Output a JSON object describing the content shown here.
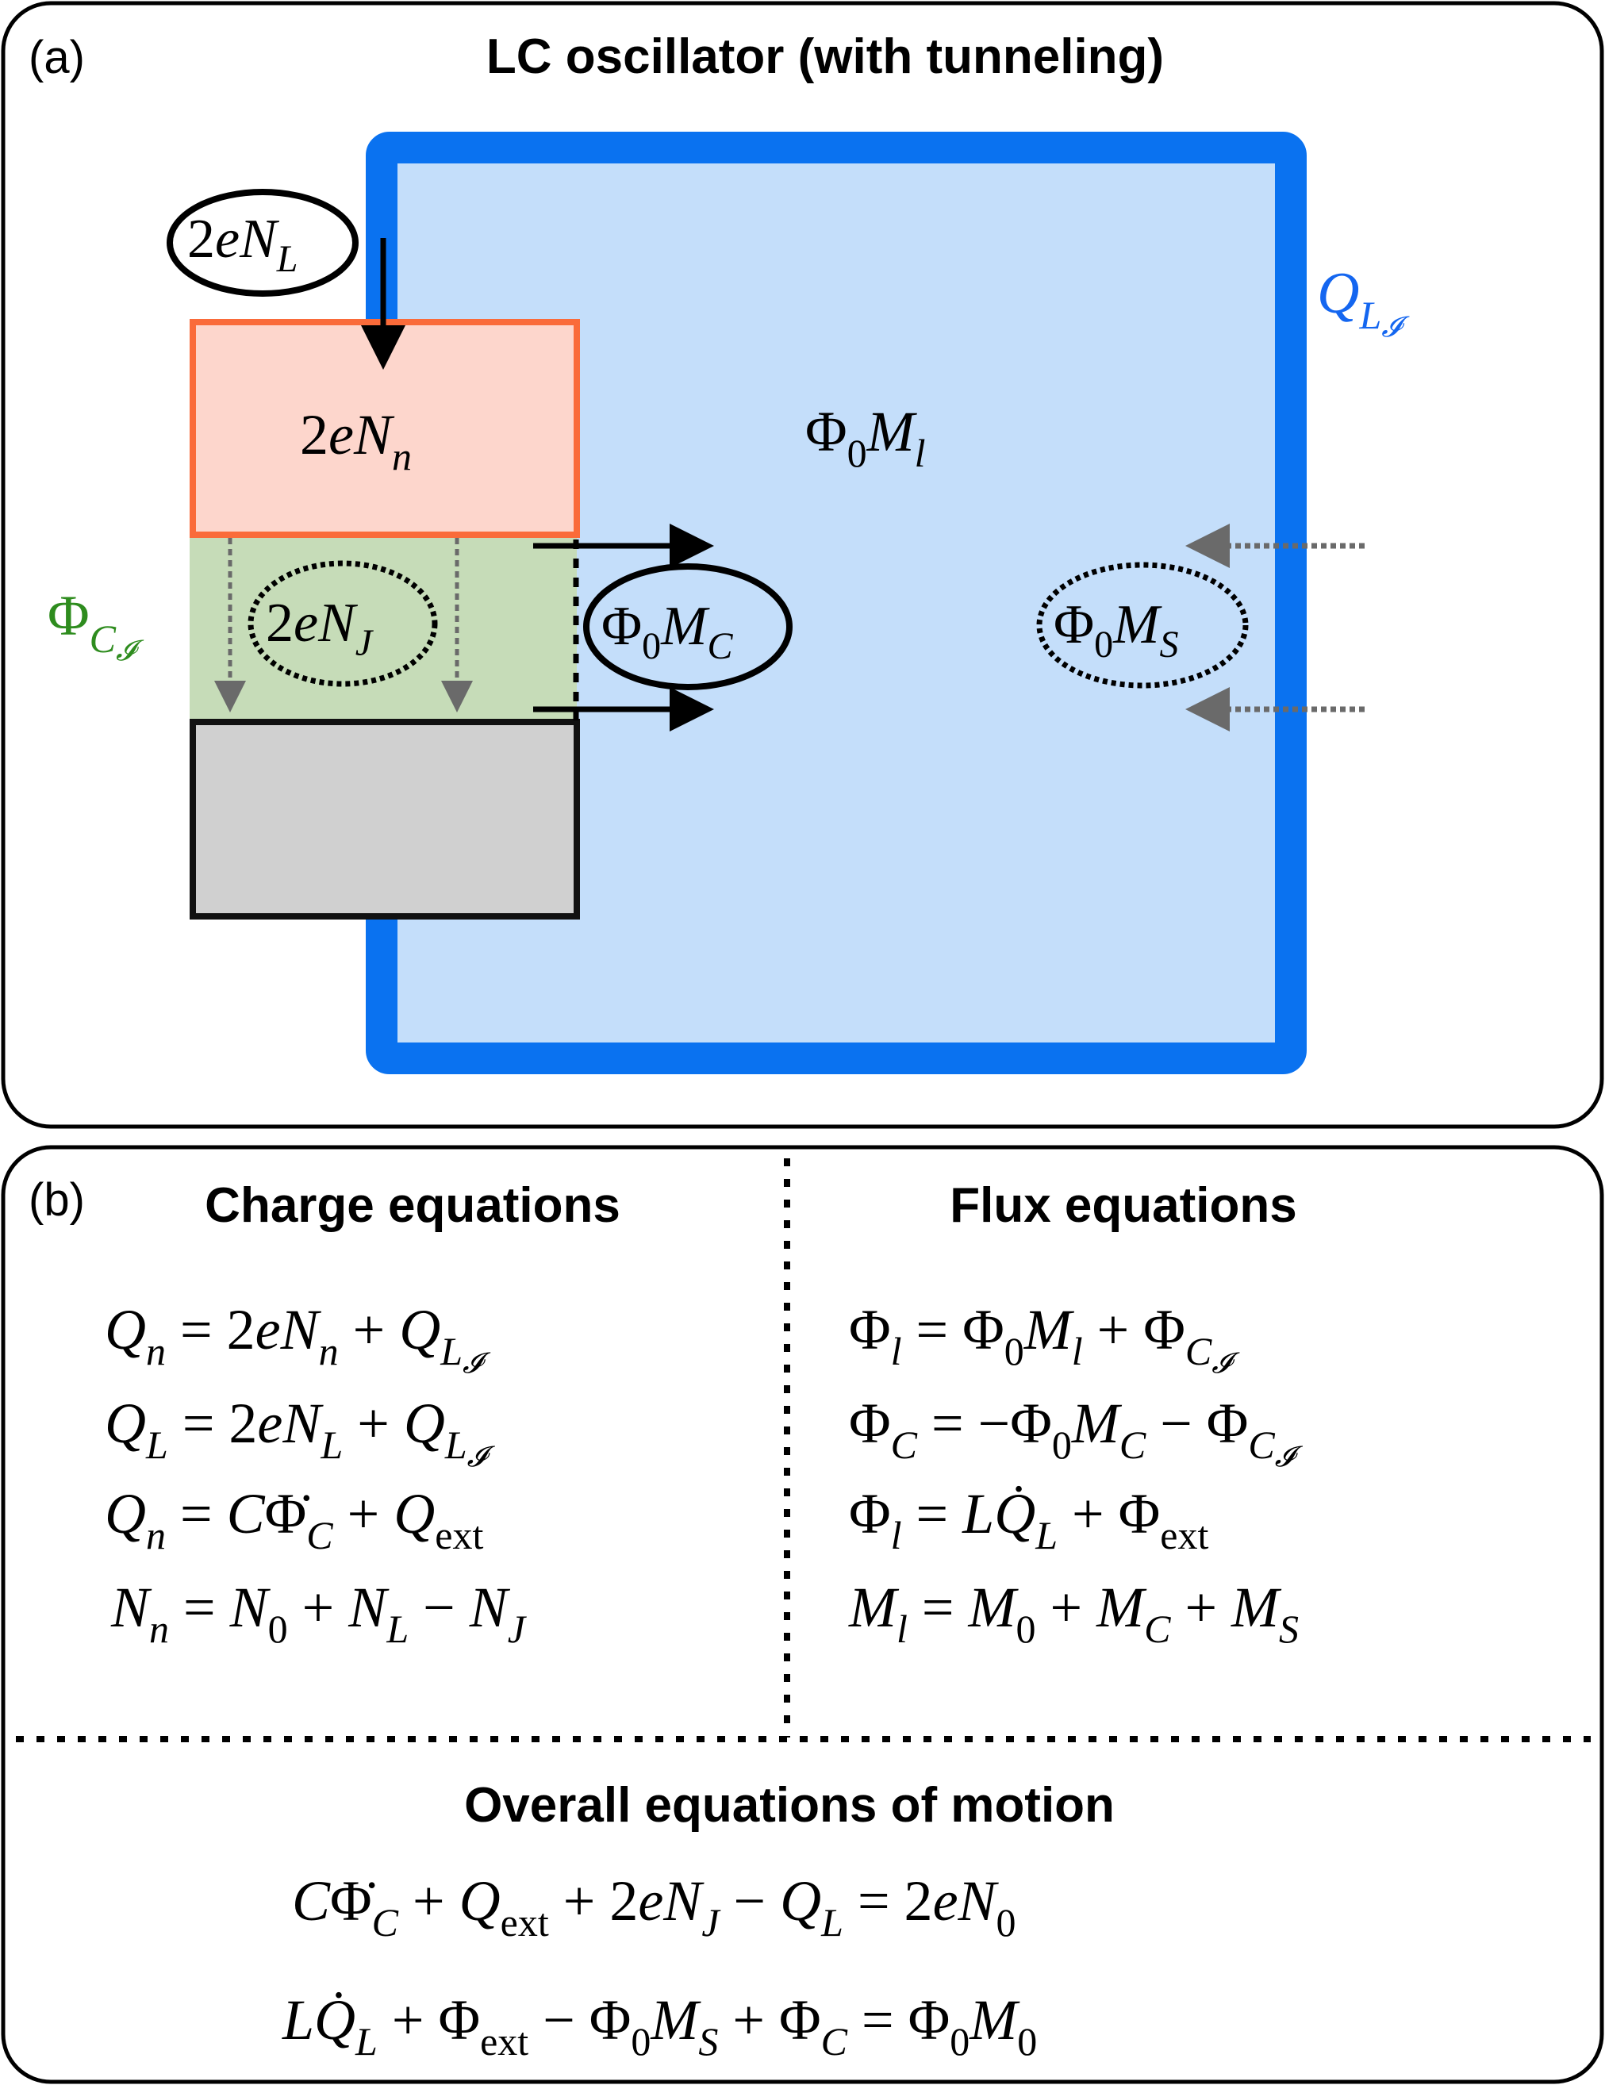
{
  "panel_a": {
    "label": "(a)",
    "title": "LC oscillator (with tunneling)",
    "colors": {
      "loop_fill": "#c4defa",
      "loop_stroke": "#0a72f0",
      "top_plate_fill": "#fdd6cc",
      "top_plate_stroke": "#fa6b3a",
      "junction_fill": "#c6dcb8",
      "bottom_plate_fill": "#d0d0d0",
      "phi_c_color": "#2e8c1e",
      "q_l_color": "#1466f0",
      "arrow_gray": "#6a6a6a"
    }
  },
  "panel_b": {
    "label": "(b)",
    "charge_title": "Charge equations",
    "flux_title": "Flux equations",
    "overall_title": "Overall equations of motion"
  }
}
